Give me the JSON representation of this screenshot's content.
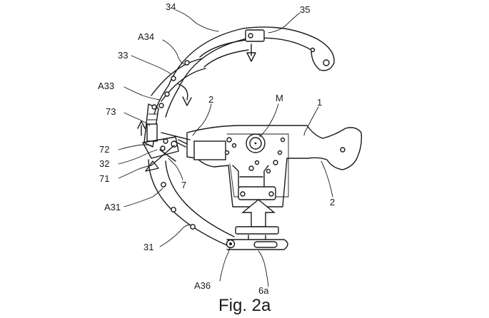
{
  "figure": {
    "caption": "Fig. 2a",
    "labels": {
      "l34": "34",
      "l35": "35",
      "la34": "A34",
      "l33": "33",
      "la33": "A33",
      "l73": "73",
      "l72": "72",
      "l32": "32",
      "l71": "71",
      "la31": "A31",
      "l31": "31",
      "la36": "A36",
      "l6a": "6a",
      "l7": "7",
      "l2a": "2",
      "lM": "M",
      "l1": "1",
      "l2b": "2"
    }
  }
}
